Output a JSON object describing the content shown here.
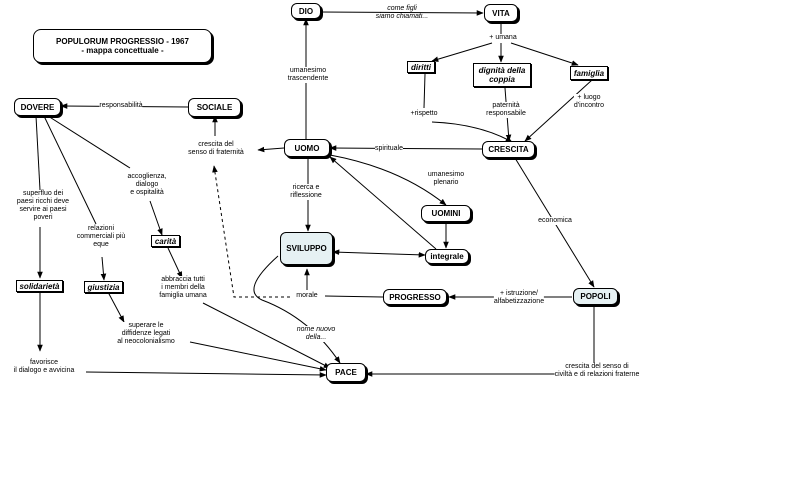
{
  "title": {
    "line1": "POPULORUM PROGRESSIO - 1967",
    "line2": "- mappa concettuale -"
  },
  "nodes": {
    "dio": "DIO",
    "vita": "VITA",
    "diritti": "diritti",
    "dignita": "dignità della coppia",
    "famiglia": "famiglia",
    "dovere": "DOVERE",
    "sociale": "SOCIALE",
    "uomo": "UOMO",
    "crescita": "CRESCITA",
    "uomini": "UOMINI",
    "sviluppo": "SVILUPPO",
    "integrale": "integrale",
    "carita": "carità",
    "solidarieta": "solidarietà",
    "giustizia": "giustizia",
    "progresso": "PROGRESSO",
    "popoli": "POPOLI",
    "pace": "PACE"
  },
  "labels": {
    "come_figli": "come figli\nsiamo chiamati...",
    "piu_umana": "+ umana",
    "umanesimo_trascendente": "umanesimo\ntrascendente",
    "responsabilita": "responsabilità",
    "piu_rispetto": "+rispetto",
    "paternita": "paternità\nresponsabile",
    "piu_luogo": "+ luogo\nd'incontro",
    "crescita_fraternita": "crescita del\nsenso di fraternità",
    "spirituale": "spirituale",
    "umanesimo_plenario": "umanesimo\nplenario",
    "accoglienza": "accoglienza,\ndialogo\ne ospitalità",
    "ricerca": "ricerca e\nriflessione",
    "superfluo": "superfluo dei\npaesi ricchi deve\nservire ai paesi\npoveri",
    "relazioni": "relazioni\ncommerciali più\neque",
    "economica": "economica",
    "abbraccia": "abbraccia tutti\ni membri della\nfamiglia umana",
    "morale": "morale",
    "istruzione": "+ istruzione/\nalfabetizzazione",
    "superare": "superare le\ndiffidenze legati\nal neocolonialismo",
    "nome_nuovo": "nome nuovo\ndella...",
    "favorisce": "favorisce\nil dialogo e avvicina",
    "crescita_civilta": "crescita del senso di\nciviltà e di relazioni fraterne"
  }
}
